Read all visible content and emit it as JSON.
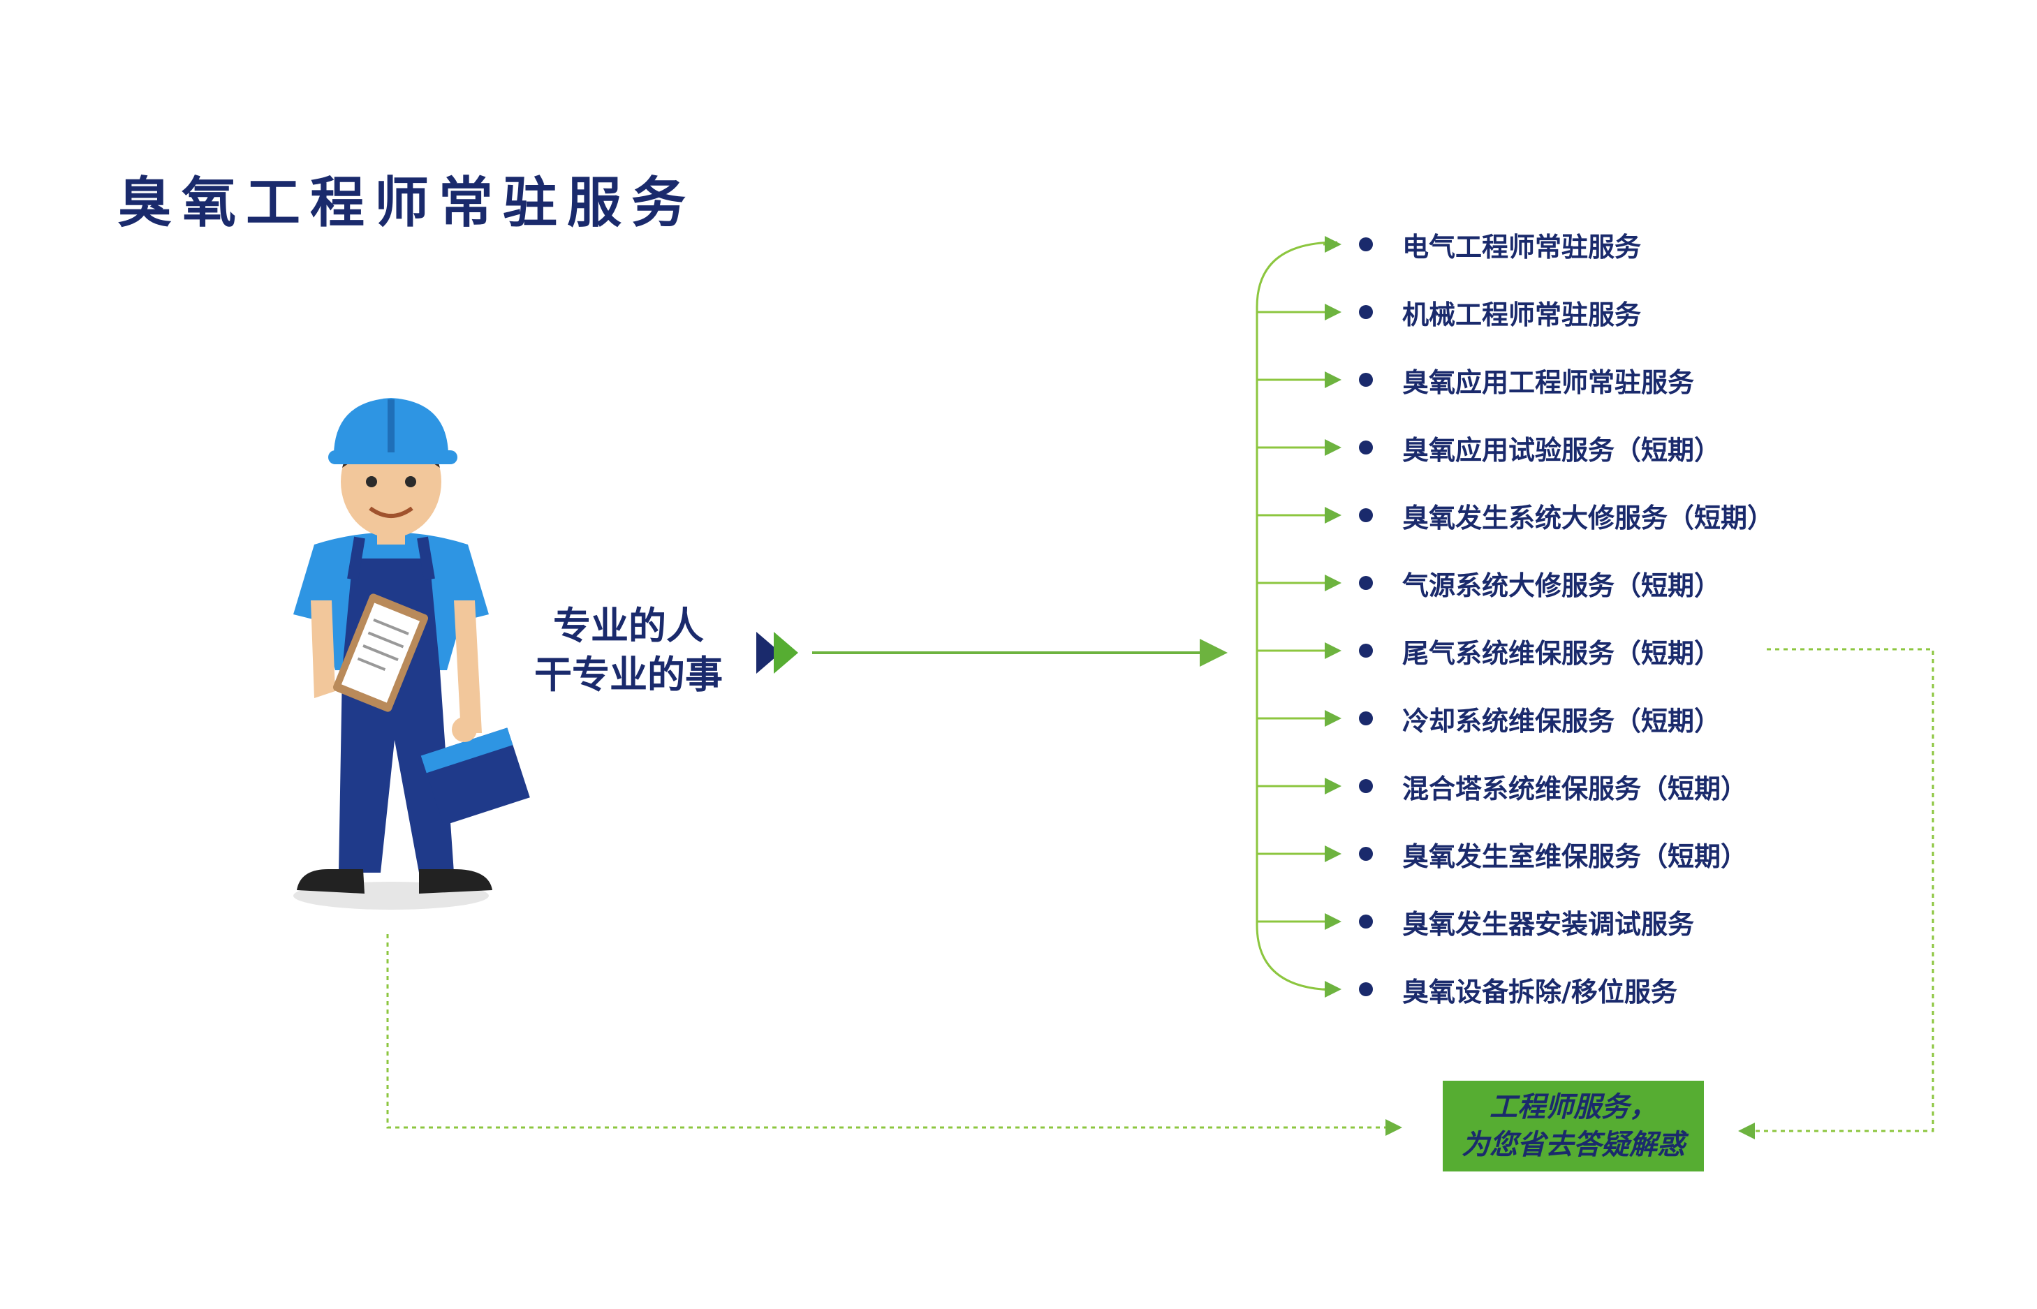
{
  "title": "臭氧工程师常驻服务",
  "slogan": {
    "line1": "专业的人",
    "line2": "干专业的事"
  },
  "services": [
    "电气工程师常驻服务",
    "机械工程师常驻服务",
    "臭氧应用工程师常驻服务",
    "臭氧应用试验服务（短期）",
    "臭氧发生系统大修服务（短期）",
    "气源系统大修服务（短期）",
    "尾气系统维保服务（短期）",
    "冷却系统维保服务（短期）",
    "混合塔系统维保服务（短期）",
    "臭氧发生室维保服务（短期）",
    "臭氧发生器安装调试服务",
    "臭氧设备拆除/移位服务"
  ],
  "cta": {
    "line1": "工程师服务，",
    "line2": "为您省去答疑解惑"
  },
  "colors": {
    "navy": "#1a2a6c",
    "green": "#56ad32",
    "light_green": "#8cc63f"
  },
  "icons": [
    "engineer-illustration",
    "double-chevron-right-icon",
    "bullet-dot"
  ]
}
